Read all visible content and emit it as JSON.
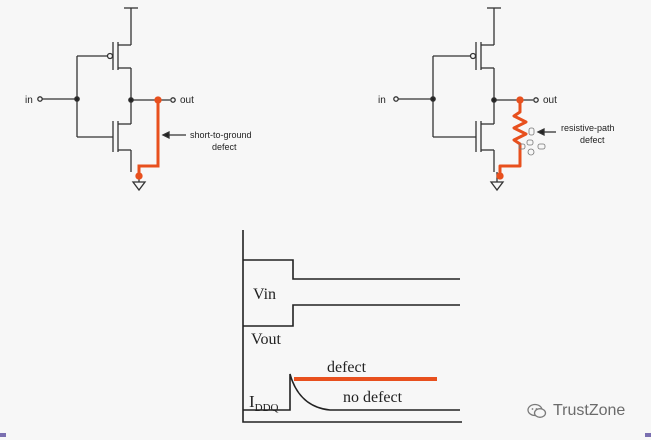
{
  "circuit_left": {
    "in_label": "in",
    "out_label": "out",
    "defect_label_line1": "short-to-ground",
    "defect_label_line2": "defect"
  },
  "circuit_right": {
    "in_label": "in",
    "out_label": "out",
    "defect_label_line1": "resistive-path",
    "defect_label_line2": "defect"
  },
  "waveform": {
    "vin_label": "Vin",
    "vout_label": "Vout",
    "iddq_main": "I",
    "iddq_sub": "DDQ",
    "defect_label": "defect",
    "no_defect_label": "no defect"
  },
  "colors": {
    "defect": "#e8501e",
    "wire": "#333333"
  },
  "watermark": {
    "text": "TrustZone",
    "icon": "wechat-icon"
  }
}
